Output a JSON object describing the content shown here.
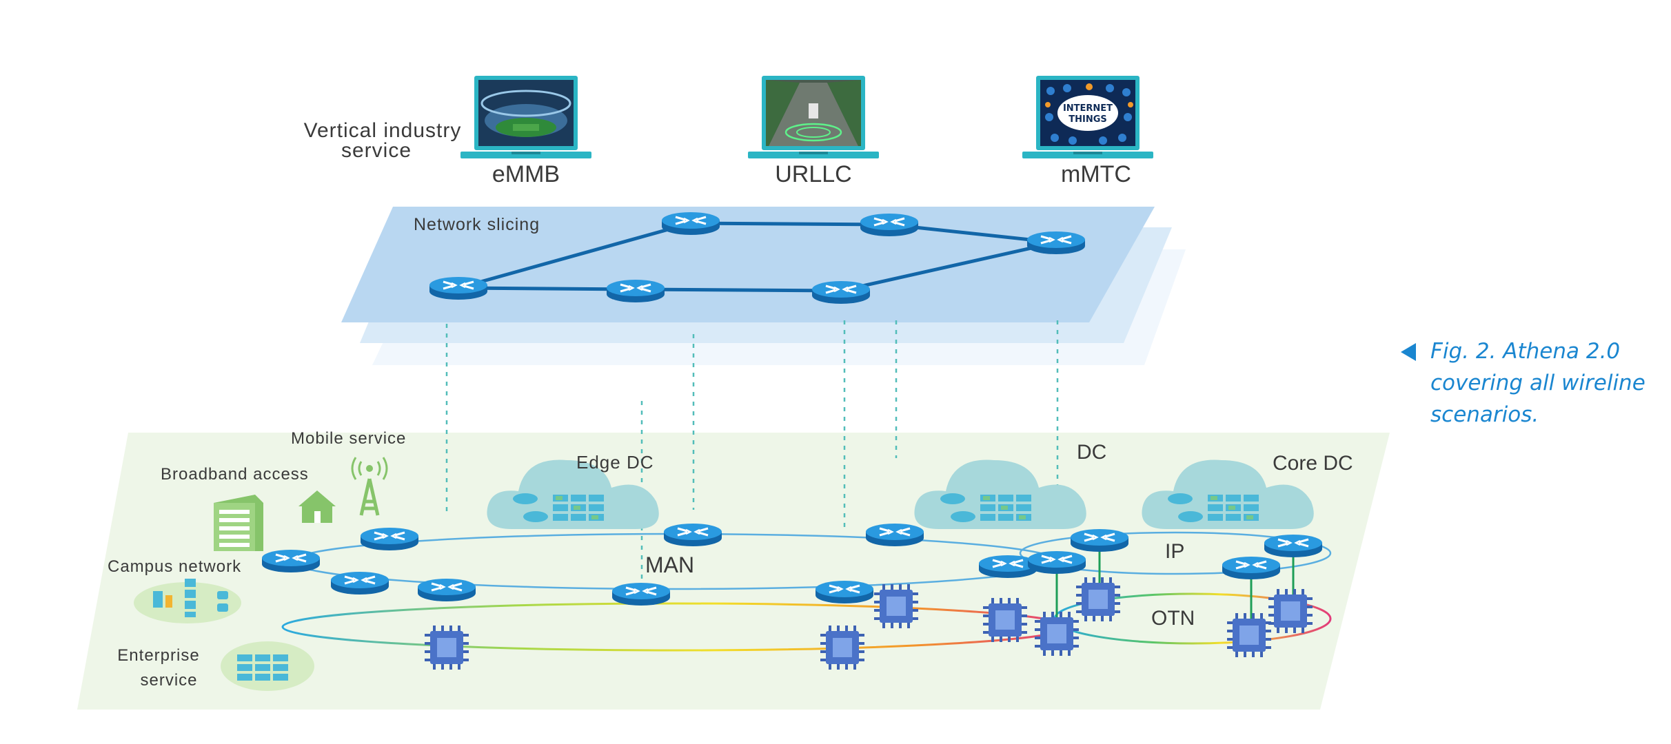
{
  "labels": {
    "vertical_industry_line1": "Vertical industry",
    "vertical_industry_line2": "service",
    "embb": "eMMB",
    "urllc": "URLLC",
    "mmtc": "mMTC",
    "network_slicing": "Network slicing",
    "mobile_service": "Mobile service",
    "broadband_access": "Broadband access",
    "campus_network": "Campus network",
    "enterprise_service_line1": "Enterprise",
    "enterprise_service_line2": "service",
    "edge_dc": "Edge DC",
    "dc": "DC",
    "core_dc": "Core DC",
    "man": "MAN",
    "ip": "IP",
    "otn": "OTN"
  },
  "screens": {
    "iot_line1": "INTERNET",
    "iot_line2": "THINGS"
  },
  "caption": {
    "line1": "Fig. 2. Athena 2.0",
    "line2": "covering all wireline",
    "line3": "scenarios."
  },
  "colors": {
    "router_blue": "#1f8ad3",
    "slice_plane": "#b9d7f1",
    "ground_plane": "#eef6e8",
    "ring_blue": "#5aaee0",
    "dc_cloud": "#a7d8db",
    "laptop_teal": "#2bb5c4",
    "chip_blue": "#4a72c8",
    "caption_blue": "#1a86d0",
    "dashed_teal": "#52bdb9",
    "vertical_link_green": "#1e9e57"
  }
}
